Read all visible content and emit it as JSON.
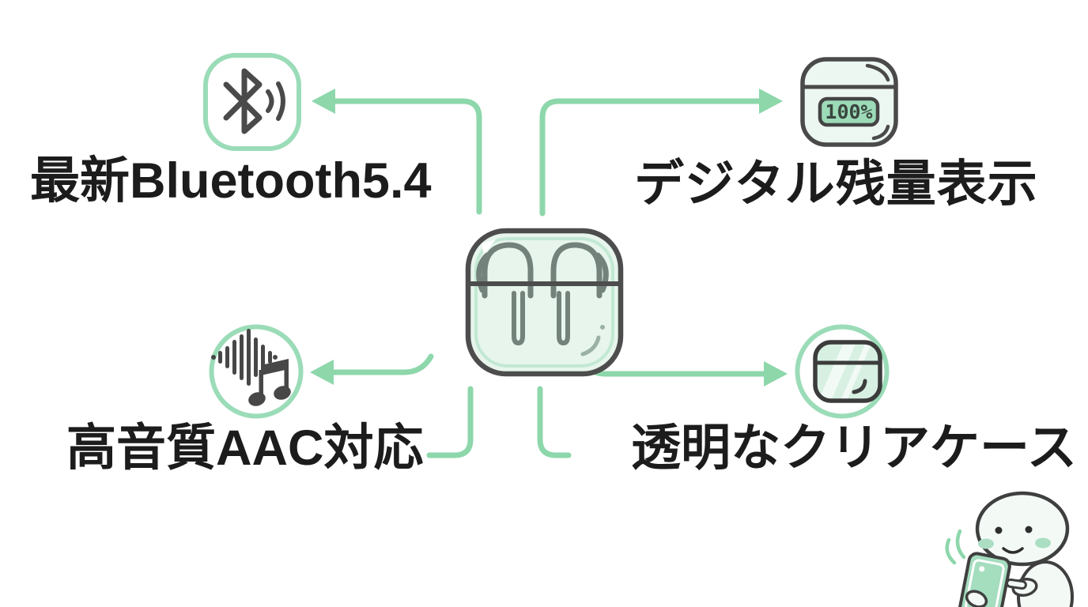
{
  "colors": {
    "accent_green": "#8dd7ab",
    "icon_ring_green": "#9bdcb8",
    "outline_dark": "#4a4a4a",
    "case_fill_green": "#e7f5ec",
    "display_fill_green": "#9ddbb8",
    "text_black": "#1c1c1c",
    "cheek_green": "#abdec3"
  },
  "features": [
    {
      "id": "bluetooth",
      "label": "最新Bluetooth5.4",
      "icon": "bluetooth-signal-icon"
    },
    {
      "id": "battery",
      "label": "デジタル残量表示",
      "icon": "charging-case-battery-icon",
      "display_value": "100%"
    },
    {
      "id": "aac",
      "label": "高音質AAC対応",
      "icon": "soundwave-music-note-icon"
    },
    {
      "id": "clear_case",
      "label": "透明なクリアケース",
      "icon": "clear-case-icon"
    }
  ],
  "center_illustration": {
    "name": "transparent-earbuds-case"
  },
  "mascot": {
    "name": "round-character-holding-phone"
  }
}
